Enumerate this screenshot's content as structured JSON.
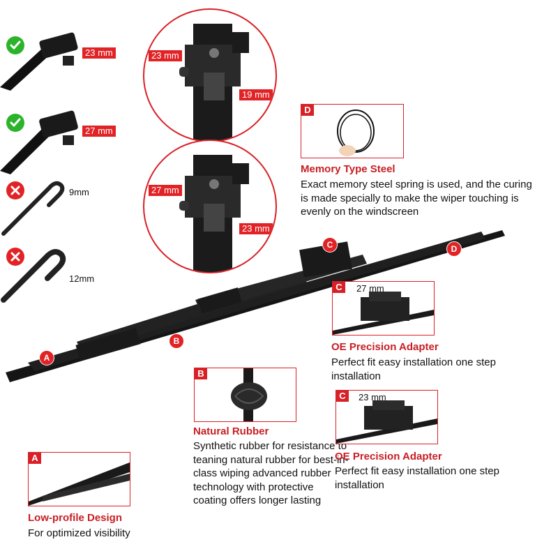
{
  "connectors": [
    {
      "status": "check",
      "size_label": "23 mm"
    },
    {
      "status": "check",
      "size_label": "27 mm"
    },
    {
      "status": "cross",
      "size_label": "9mm"
    },
    {
      "status": "cross",
      "size_label": "12mm"
    }
  ],
  "zoom_top": {
    "outer_label": "23 mm",
    "inner_label": "19 mm"
  },
  "zoom_bottom": {
    "outer_label": "27 mm",
    "inner_label": "23 mm"
  },
  "features": {
    "memory_steel": {
      "badge": "D",
      "title": "Memory Type Steel",
      "desc": "Exact memory steel spring is used, and the curing is made specially to make the wiper touching is evenly on the windscreen"
    },
    "adapter_27": {
      "badge": "C",
      "size_label": "27 mm",
      "title": "OE Precision Adapter",
      "desc": "Perfect fit easy installation one step installation"
    },
    "adapter_23": {
      "badge": "C",
      "size_label": "23 mm",
      "title": "OE Precision Adapter",
      "desc": "Perfect fit easy installation one step installation"
    },
    "natural_rubber": {
      "badge": "B",
      "title": "Natural Rubber",
      "desc": "Synthetic rubber for resistance to teaning natural rubber for best-in-class wiping advanced rubber technology with protective coating offers longer lasting"
    },
    "low_profile": {
      "badge": "A",
      "title": "Low-profile Design",
      "desc": "For optimized visibility"
    }
  },
  "blade_pins": [
    "A",
    "B",
    "C",
    "D"
  ],
  "colors": {
    "accent": "#d82027",
    "check_green": "#2bb32b",
    "cross_red": "#e12326"
  }
}
